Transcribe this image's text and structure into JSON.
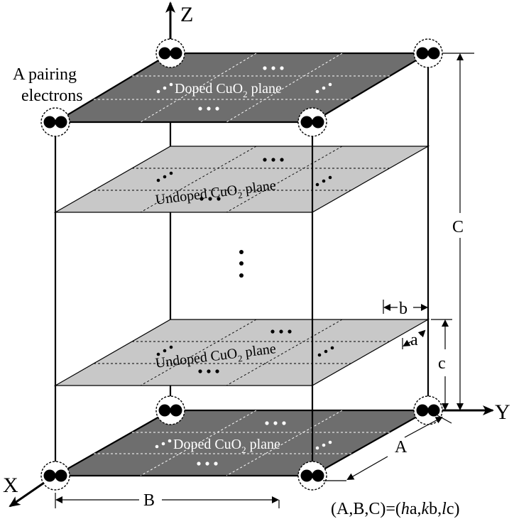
{
  "axes": {
    "z": "Z",
    "y": "Y",
    "x": "X"
  },
  "labels": {
    "pairing_line1": "A pairing",
    "pairing_line2": "electrons",
    "C": "C",
    "c": "c",
    "b": "b",
    "a": "a",
    "A": "A",
    "B": "B"
  },
  "planes": {
    "doped_prefix": "Doped CuO",
    "undoped_prefix": "Undoped CuO",
    "subscript": "2",
    "suffix": " plane"
  },
  "formula": {
    "lhs": "(A,B,C)=(",
    "h": "h",
    "a": "a,",
    "k": "k",
    "b": "b,",
    "l": "l",
    "c": "c)"
  },
  "colors": {
    "doped_plane": "#6e6e6e",
    "undoped_plane": "#c8c8c8",
    "line": "#000000"
  }
}
